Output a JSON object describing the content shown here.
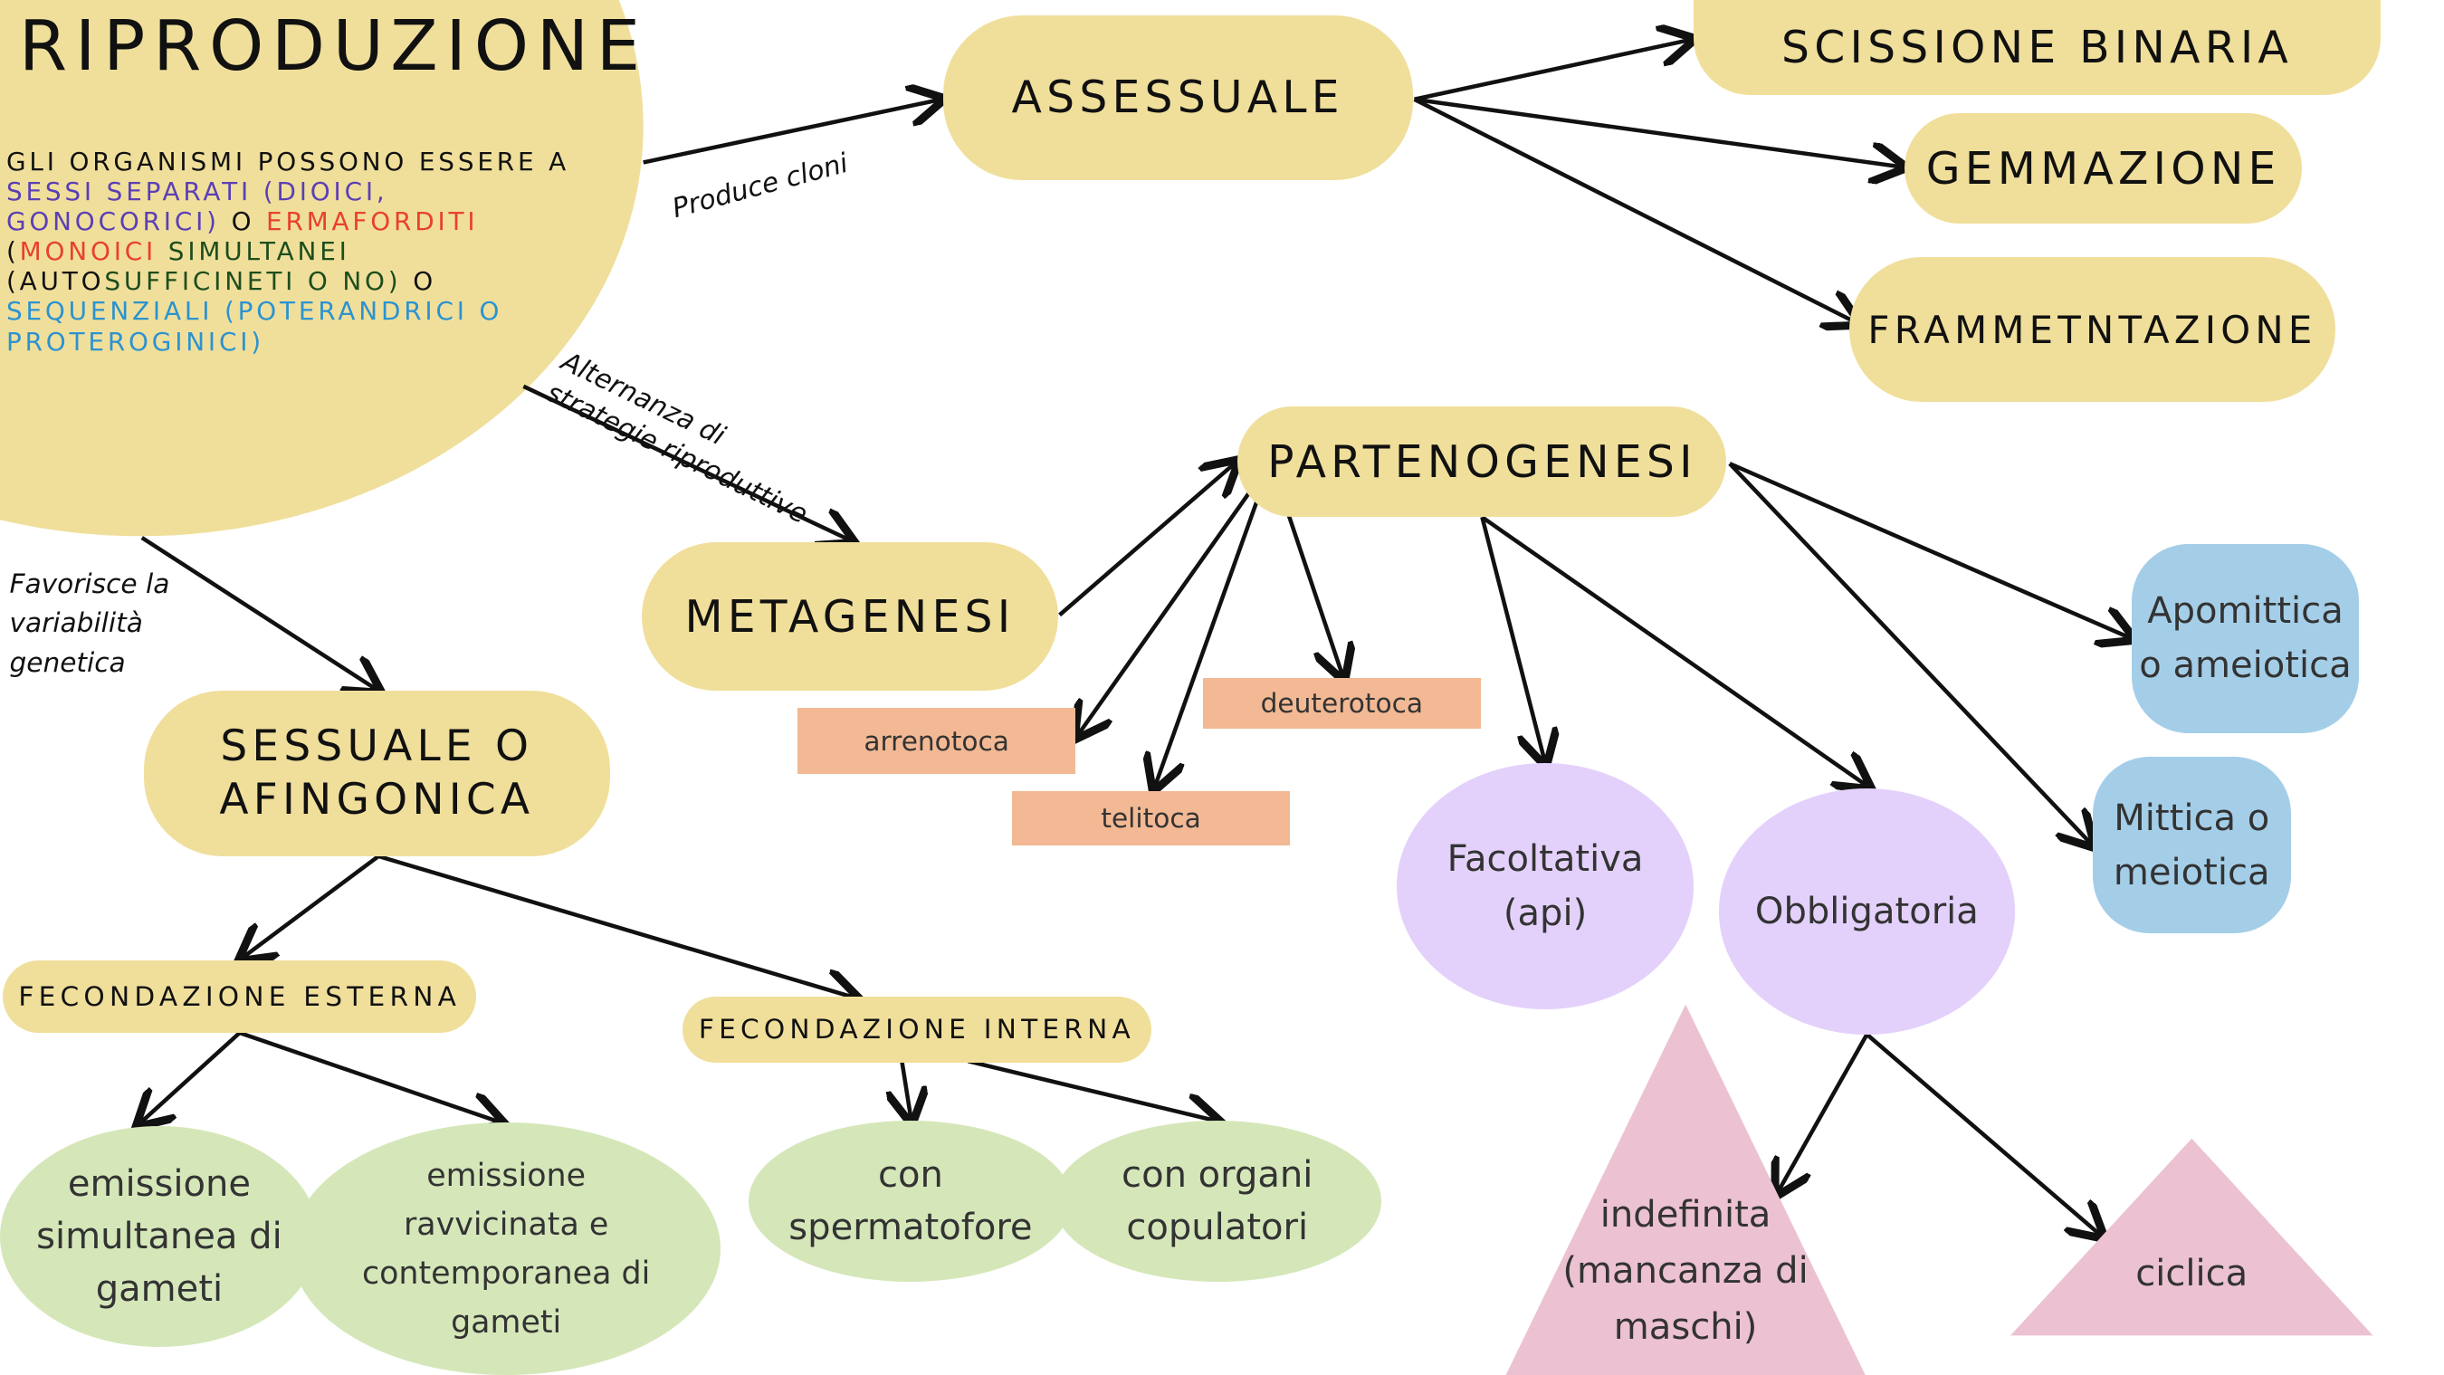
{
  "title": "RIPRODUZIONE",
  "intro": {
    "l1": "GLI ORGANISMI POSSONO ESSERE A",
    "l2": "SESSI SEPARATI (DIOICI,",
    "l3a": "GONOCORICI)",
    "l3b": " O ",
    "l3c": "ERMAFORDITI",
    "l4a": "(",
    "l4b": "MONOICI",
    "l4c": " SIMULTANEI",
    "l5a": "(AUTO",
    "l5b": "SUFFICINETI O NO)",
    "l5c": "  O",
    "l6": "SEQUENZIALI (POTERANDRICI O",
    "l7": "PROTEROGINICI)"
  },
  "edges": {
    "produce": "Produce cloni",
    "alternanza1": "Alternanza di",
    "alternanza2": "strategie riproduttive",
    "favorisce1": "Favorisce la",
    "favorisce2": "variabilità",
    "favorisce3": "genetica"
  },
  "nodes": {
    "assessuale": "ASSESSUALE",
    "scissione": "SCISSIONE BINARIA",
    "gemmazione": "GEMMAZIONE",
    "frammentazione": "FRAMMETNTAZIONE",
    "partenogenesi": "PARTENOGENESI",
    "metagenesi": "METAGENESI",
    "sessuale1": "SESSUALE O",
    "sessuale2": "AFINGONICA",
    "fec_esterna": "FECONDAZIONE ESTERNA",
    "fec_interna": "FECONDAZIONE INTERNA",
    "em_sim": "emissione simultanea di gameti",
    "em_rav": "emissione ravvicinata e contemporanea di gameti",
    "spermatofore": "con spermatofore",
    "organi": "con organi copulatori",
    "arrenotoca": "arrenotoca",
    "telitoca": "telitoca",
    "deuterotoca": "deuterotoca",
    "facoltativa": "Facoltativa (api)",
    "obbligatoria": "Obbligatoria",
    "apomittica": "Apomittica o ameiotica",
    "mittica": "Mittica o meiotica",
    "indefinita": "indefinita (mancanza di maschi)",
    "ciclica": "ciclica"
  },
  "colors": {
    "yellow": "#f0df9b",
    "green": "#d5e7b9",
    "purple": "#e3d1fb",
    "blue": "#a4cee8",
    "pink": "#ecc2d2",
    "orange": "#f2b994",
    "violet_text": "#5b3fb5",
    "red_text": "#e8412c",
    "green_text": "#1d4d1d",
    "blue_text": "#2b93d0"
  }
}
